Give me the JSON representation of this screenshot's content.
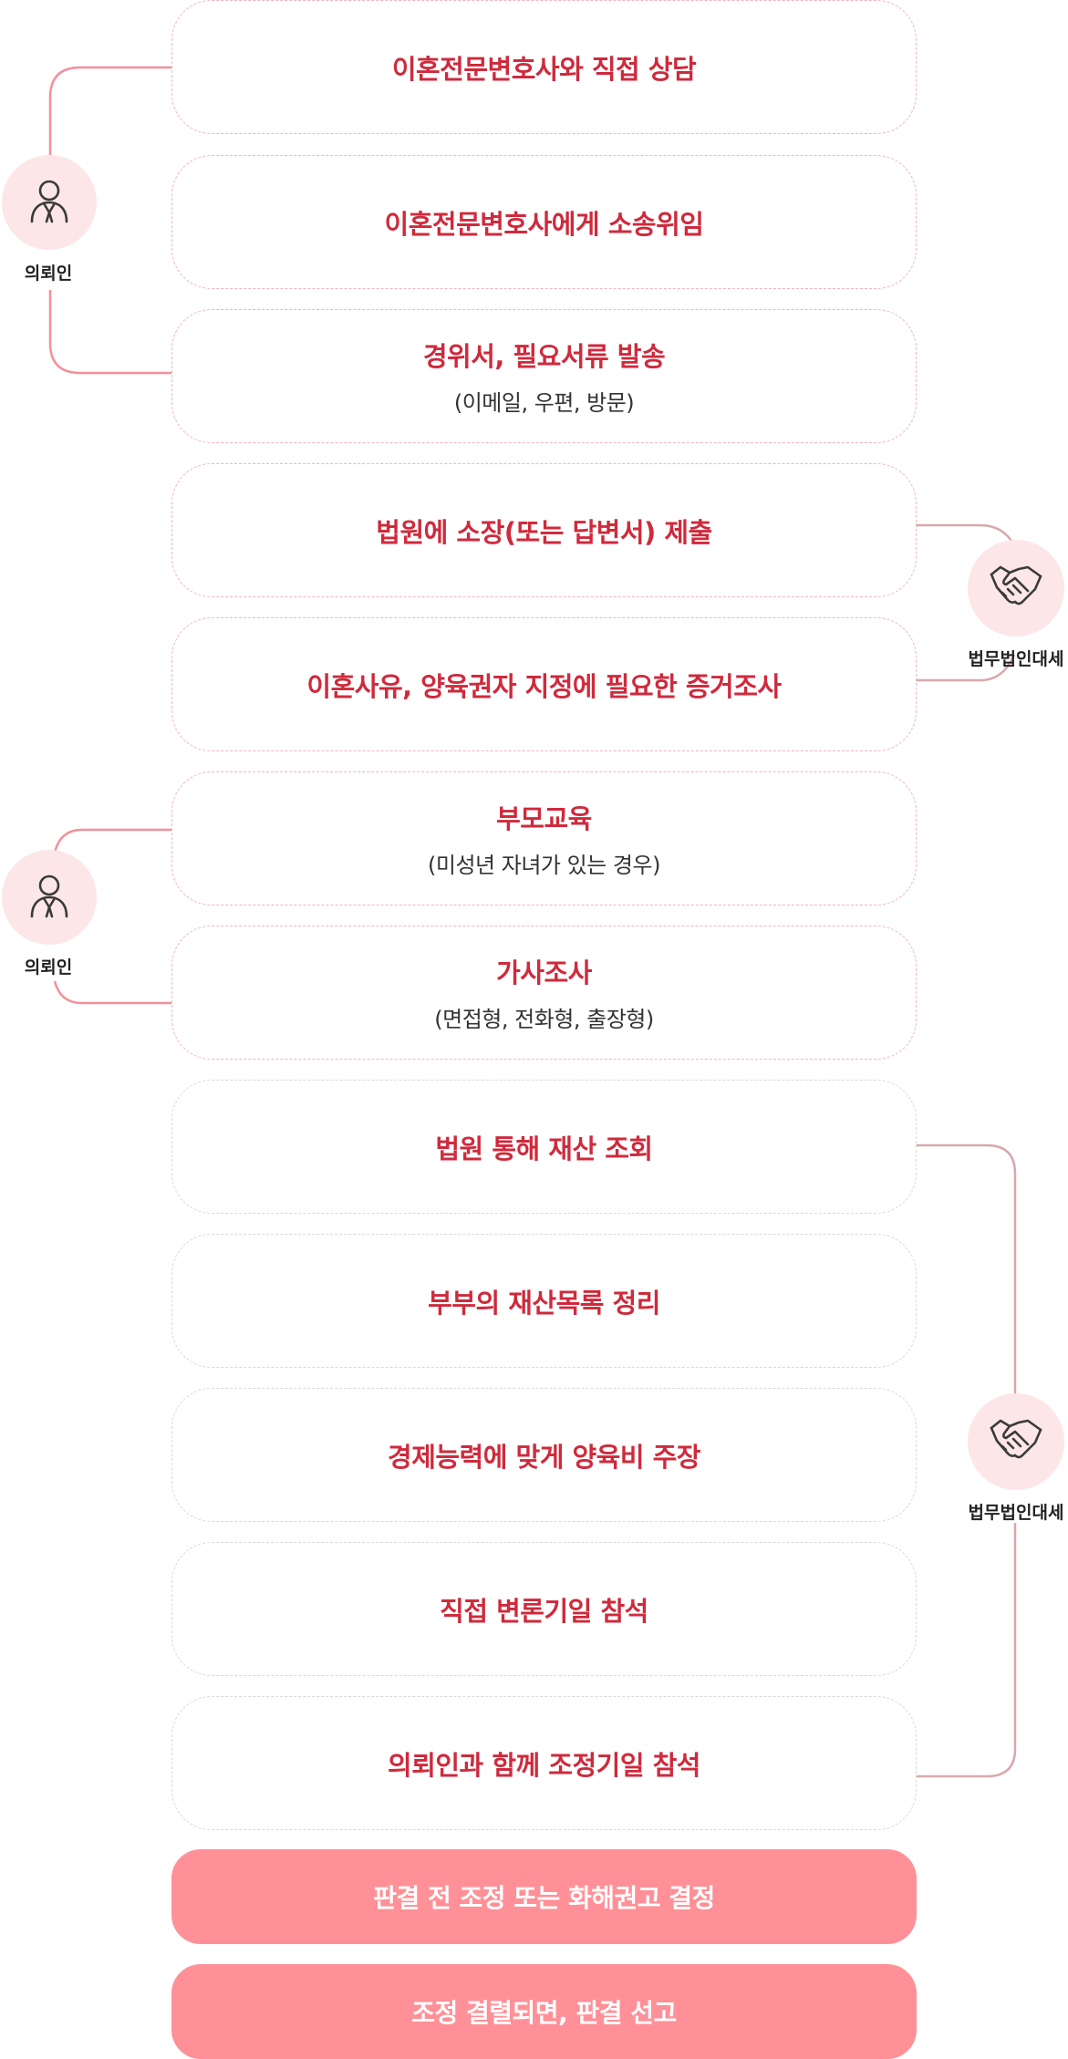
{
  "steps": [
    {
      "title": "이혼전문변호사와 직접 상담",
      "sub": ""
    },
    {
      "title": "이혼전문변호사에게 소송위임",
      "sub": ""
    },
    {
      "title": "경위서, 필요서류 발송",
      "sub": "(이메일, 우편, 방문)"
    },
    {
      "title": "법원에 소장(또는 답변서) 제출",
      "sub": ""
    },
    {
      "title": "이혼사유, 양육권자 지정에 필요한 증거조사",
      "sub": ""
    },
    {
      "title": "부모교육",
      "sub": "(미성년 자녀가 있는 경우)"
    },
    {
      "title": "가사조사",
      "sub": "(면접형, 전화형, 출장형)"
    },
    {
      "title": "법원 통해 재산 조회",
      "sub": ""
    },
    {
      "title": "부부의 재산목록 정리",
      "sub": ""
    },
    {
      "title": "경제능력에 맞게 양육비 주장",
      "sub": ""
    },
    {
      "title": "직접 변론기일 참석",
      "sub": ""
    },
    {
      "title": "의뢰인과 함께 조정기일 참석",
      "sub": ""
    }
  ],
  "results": [
    "판결 전 조정 또는 화해권고 결정",
    "조정 결렬되면, 판결 선고"
  ],
  "roles": {
    "client": "의뢰인",
    "firm": "법무법인대세"
  },
  "icons": {
    "client": "person-icon",
    "firm": "handshake-icon"
  },
  "colors": {
    "title_red": "#cf2a3c",
    "client_line": "#f4909a",
    "firm_line": "#d8a8ad",
    "result_bg": "#ff9097",
    "icon_bg": "#fde6e8"
  }
}
